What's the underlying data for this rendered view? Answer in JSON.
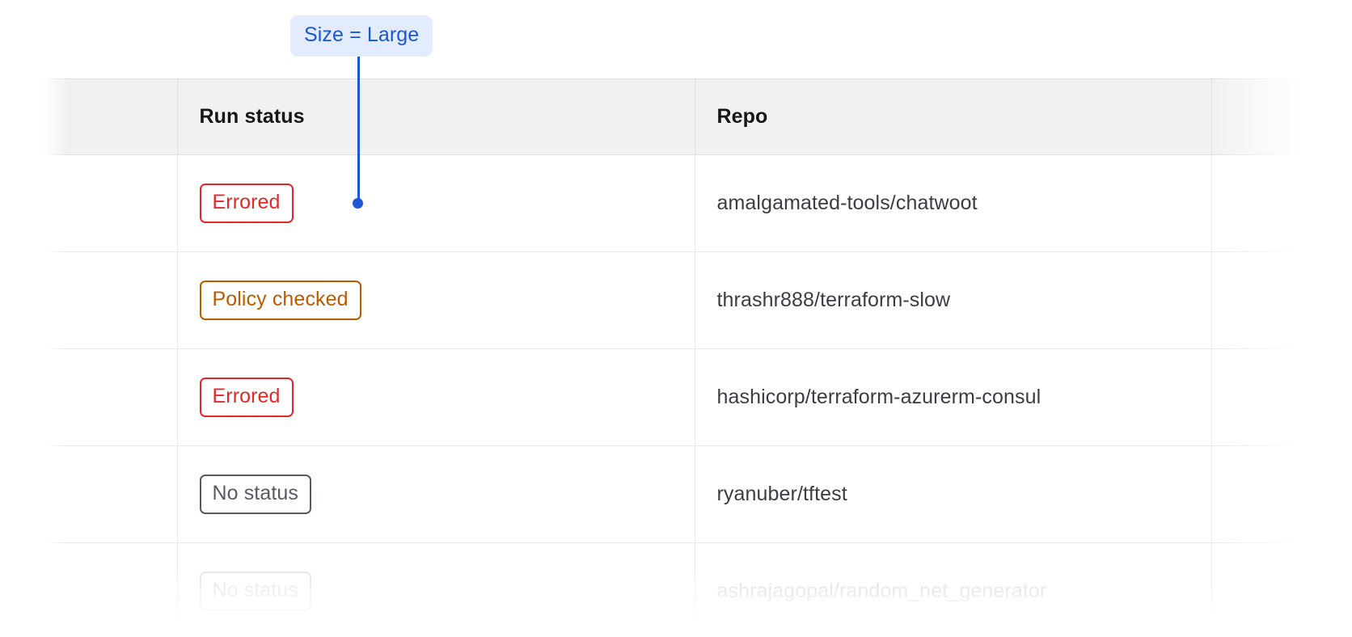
{
  "annotation": {
    "label": "Size = Large",
    "chip_bg": "#e3ecfd",
    "chip_color": "#1b56d3",
    "pointer_color": "#1b56d3"
  },
  "table": {
    "columns": [
      {
        "key": "gutter_left",
        "label": ""
      },
      {
        "key": "blank",
        "label": ""
      },
      {
        "key": "run_status",
        "label": "Run status"
      },
      {
        "key": "repo",
        "label": "Repo"
      },
      {
        "key": "gutter_right",
        "label": ""
      }
    ],
    "header": {
      "run_status": "Run status",
      "repo": "Repo"
    },
    "rows": [
      {
        "status": "Errored",
        "status_variant": "errored",
        "repo": "amalgamated-tools/chatwoot",
        "faded": false
      },
      {
        "status": "Policy checked",
        "status_variant": "policy-checked",
        "repo": "thrashr888/terraform-slow",
        "faded": false
      },
      {
        "status": "Errored",
        "status_variant": "errored",
        "repo": "hashicorp/terraform-azurerm-consul",
        "faded": false
      },
      {
        "status": "No status",
        "status_variant": "no-status",
        "repo": "ryanuber/tftest",
        "faded": false
      },
      {
        "status": "No status",
        "status_variant": "no-status",
        "repo": "ashrajagopal/random_net_generator",
        "faded": true
      }
    ],
    "status_colors": {
      "errored": "#e02a2a",
      "policy-checked": "#bb5a00",
      "no-status": "#565a66"
    },
    "header_bg": "#f0f1f2",
    "border_color": "#e8e9ec"
  }
}
